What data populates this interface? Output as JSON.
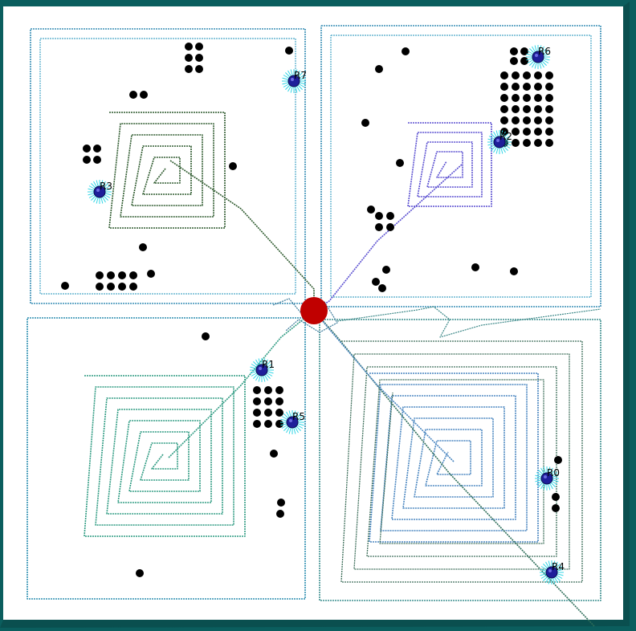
{
  "colors": {
    "frame": "#0b5e5e",
    "arena": "#ffffff",
    "obstacle": "#000000",
    "robot_core": "#1e1e9a",
    "robot_halo": "#33d6e6",
    "target": "#c00000"
  },
  "robots": [
    {
      "label": "R0"
    },
    {
      "label": "R1"
    },
    {
      "label": "R2"
    },
    {
      "label": "R3"
    },
    {
      "label": "R4"
    },
    {
      "label": "R5"
    },
    {
      "label": "R6"
    },
    {
      "label": "R7"
    }
  ]
}
